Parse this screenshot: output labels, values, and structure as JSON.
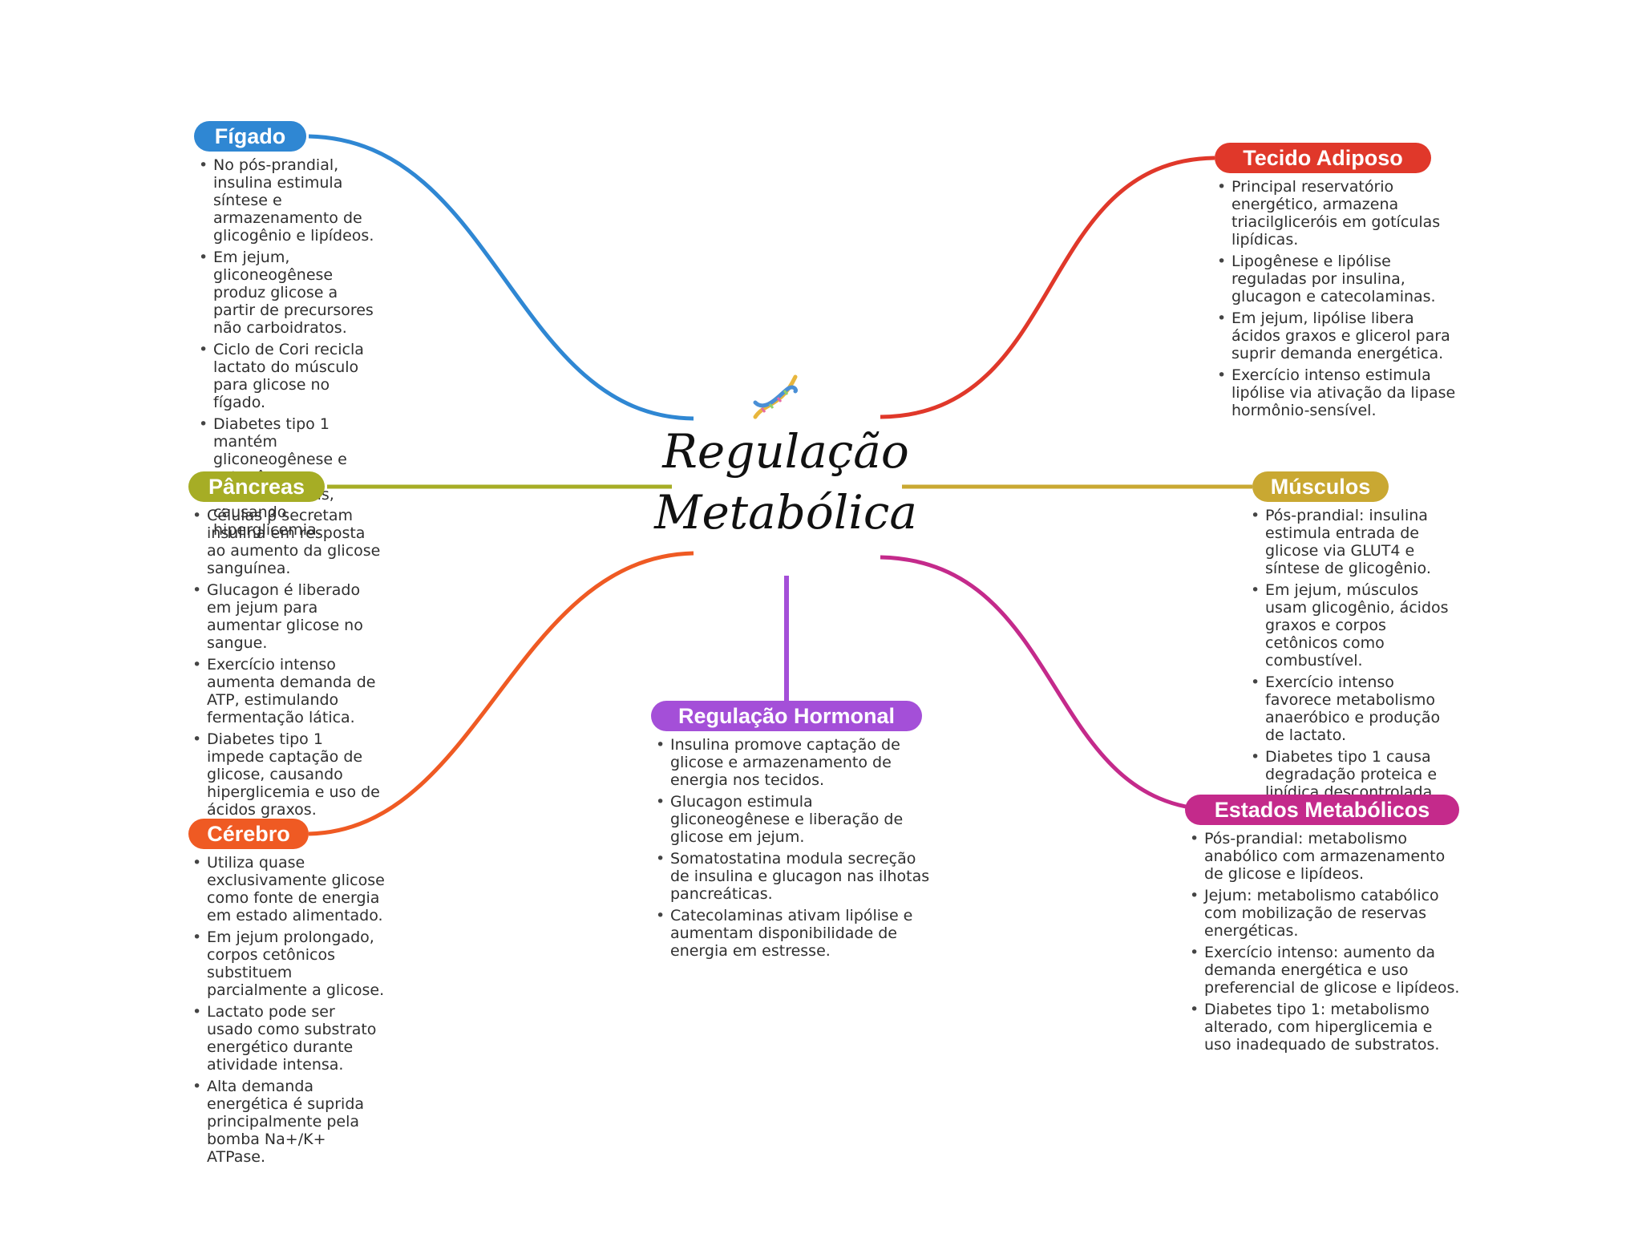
{
  "title_lines": [
    "Regulação",
    "Metabólica"
  ],
  "center_icon": "dna-icon",
  "colors": {
    "figado": "#2f87d3",
    "tecido_adiposo": "#e0382a",
    "pancreas": "#a6ad25",
    "musculos": "#c9a832",
    "cerebro": "#ef5a23",
    "hormonal": "#a44fd8",
    "estados": "#c42a8b"
  },
  "nodes": {
    "figado": {
      "label": "Fígado",
      "bullets": [
        "No pós-prandial, insulina estimula síntese e armazenamento de glicogênio e lipídeos.",
        "Em jejum, gliconeogênese produz glicose a partir de precursores não carboidratos.",
        "Ciclo de Cori recicla lactato do músculo para glicose no fígado.",
        "Diabetes tipo 1 mantém gliconeogênese e cetogênese descontroladas, causando hiperglicemia."
      ]
    },
    "tecido_adiposo": {
      "label": "Tecido Adiposo",
      "bullets": [
        "Principal reservatório energético, armazena triacilgliceróis em gotículas lipídicas.",
        "Lipogênese e lipólise reguladas por insulina, glucagon e catecolaminas.",
        "Em jejum, lipólise libera ácidos graxos e glicerol para suprir demanda energética.",
        "Exercício intenso estimula lipólise via ativação da lipase hormônio-sensível."
      ]
    },
    "pancreas": {
      "label": "Pâncreas",
      "bullets": [
        "Células β secretam insulina em resposta ao aumento da glicose sanguínea.",
        "Glucagon é liberado em jejum para aumentar glicose no sangue.",
        "Exercício intenso aumenta demanda de ATP, estimulando fermentação lática.",
        "Diabetes tipo 1 impede captação de glicose, causando hiperglicemia e uso de ácidos graxos."
      ]
    },
    "musculos": {
      "label": "Músculos",
      "bullets": [
        "Pós-prandial: insulina estimula entrada de glicose via GLUT4 e síntese de glicogênio.",
        "Em jejum, músculos usam glicogênio, ácidos graxos e corpos cetônicos como combustível.",
        "Exercício intenso favorece metabolismo anaeróbico e produção de lactato.",
        "Diabetes tipo 1 causa degradação proteica e lipídica descontrolada no músculo."
      ]
    },
    "cerebro": {
      "label": "Cérebro",
      "bullets": [
        "Utiliza quase exclusivamente glicose como fonte de energia em estado alimentado.",
        "Em jejum prolongado, corpos cetônicos substituem parcialmente a glicose.",
        "Lactato pode ser usado como substrato energético durante atividade intensa.",
        "Alta demanda energética é suprida principalmente pela bomba Na+/K+ ATPase."
      ]
    },
    "hormonal": {
      "label": "Regulação Hormonal",
      "bullets": [
        "Insulina promove captação de glicose e armazenamento de energia nos tecidos.",
        "Glucagon estimula gliconeogênese e liberação de glicose em jejum.",
        "Somatostatina modula secreção de insulina e glucagon nas ilhotas pancreáticas.",
        "Catecolaminas ativam lipólise e aumentam disponibilidade de energia em estresse."
      ]
    },
    "estados": {
      "label": "Estados Metabólicos",
      "bullets": [
        "Pós-prandial: metabolismo anabólico com armazenamento de glicose e lipídeos.",
        "Jejum: metabolismo catabólico com mobilização de reservas energéticas.",
        "Exercício intenso: aumento da demanda energética e uso preferencial de glicose e lipídeos.",
        "Diabetes tipo 1: metabolismo alterado, com hiperglicemia e uso inadequado de substratos."
      ]
    }
  }
}
